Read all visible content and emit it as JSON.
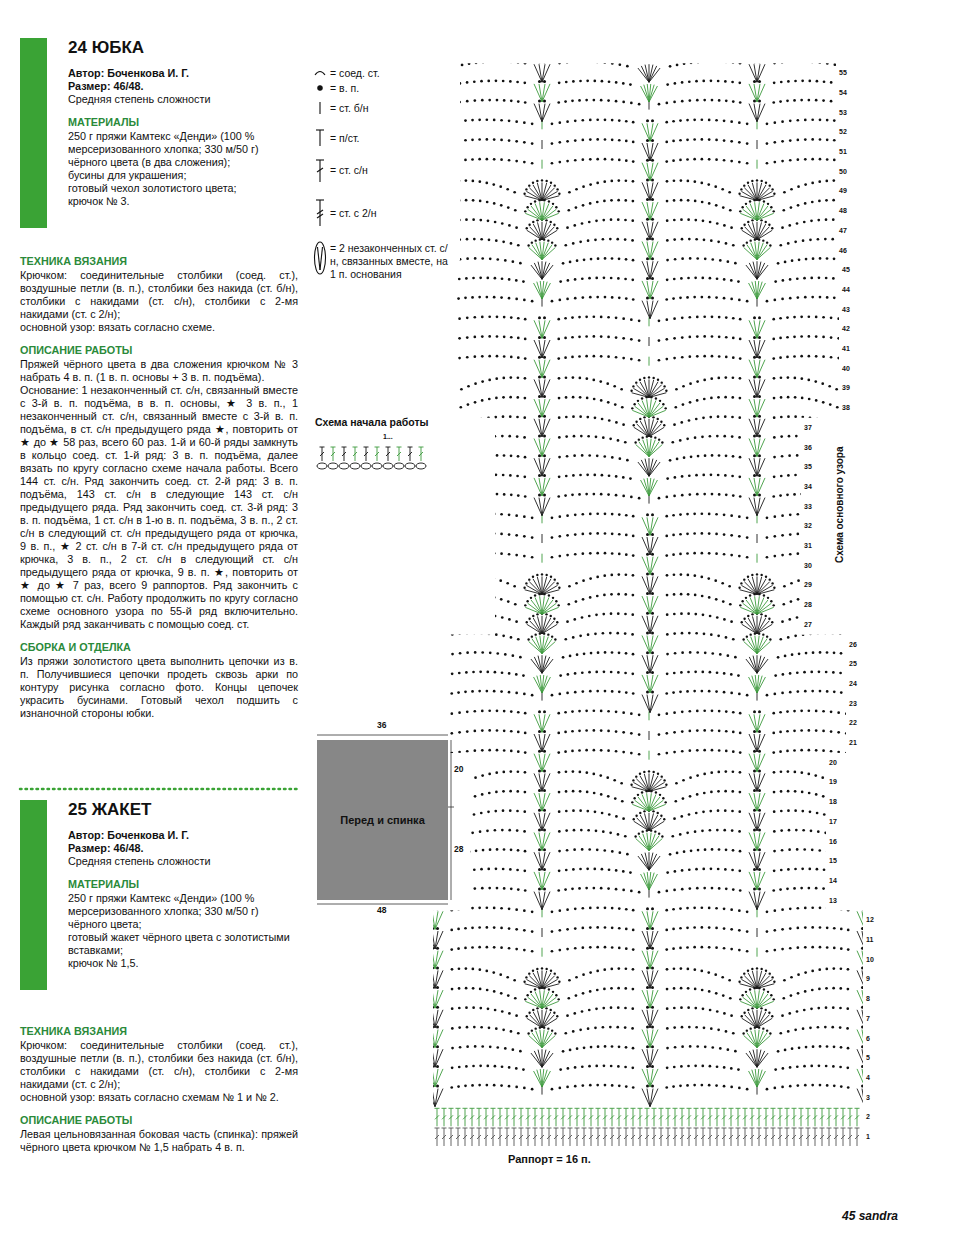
{
  "diagram": {
    "nodes": [
      {
        "text": [
          "Перед и спинка"
        ]
      }
    ],
    "labels": [
      "24 ЮБКА",
      "Автор: Боченкова И. Г.",
      "Размер: 46/48.",
      "Средняя степень сложности",
      "МАТЕРИАЛЫ",
      "250 г пряжи Камтекс «Денди» (100 % мерсеризованного хлопка; 330 м/50 г) чёрного цвета (в два сложения);",
      "бусины для украшения;",
      "готовый чехол золотистого цвета;",
      "крючок № 3.",
      "ТЕХНИКА ВЯЗАНИЯ",
      "Крючком: соединительные столбики (соед. ст.), воздушные петли (в. п.), столбики без накида (ст. б/н), столбики с накидами (ст. с/н), столбики с 2-мя накидами (ст. с 2/н);",
      "основной узор: вязать согласно схеме.",
      "ОПИСАНИЕ РАБОТЫ",
      "Пряжей чёрного цвета в два сложения крючком № 3 набрать 4 в. п. (1 в. п. основы + 3 в. п. подъёма).",
      "Основание: 1 незаконченный ст. с/н, связанный вместе с 3-й в. п. подъёма, в в. п. основы, ★ 3 в. п., 1 незаконченный ст. с/н, связанный вместе с 3-й в. п. подъёма, в ст. с/н предыдущего ряда ★, повторить от ★ до ★ 58 раз, всего 60 раз. 1-й и 60-й ряды замкнуть в кольцо соед. ст. 1-й ряд: 3 в. п. подъёма, далее вязать по кругу согласно схеме начала работы. Всего 144 ст. с/н. Ряд закончить соед. ст. 2-й ряд: 3 в. п. подъёма, 143 ст. с/н в следующие 143 ст. с/н предыдущего ряда. Ряд закончить соед. ст. 3-й ряд: 3 в. п. подъёма, 1 ст. с/н в 1-ю в. п. подъёма, 3 в. п., 2 ст. с/н в следующий ст. с/н предыдущего ряда от крючка, 9 в. п., ★ 2 ст. с/н в 7-й ст. с/н предыдущего ряда от крючка, 3 в. п., 2 ст. с/н в следующий ст. с/н предыдущего ряда от крючка, 9 в. п. ★, повторить от ★ до ★ 7 раз, всего 9 раппортов. Ряд закончить с помощью ст. с/н. Работу продолжить по кругу согласно схеме основного узора по 55-й ряд включительно. Каждый ряд заканчивать с помощью соед. ст.",
      "СБОРКА И ОТДЕЛКА",
      "Из пряжи золотистого цвета выполнить цепочки из в. п. Получившиеся цепочки продеть сквозь арки по контуру рисунка согласно фото. Концы цепочек украсить бусинами. Готовый чехол подшить с изнаночной стороны юбки.",
      "25 ЖАКЕТ",
      "Автор: Боченкова И. Г.",
      "Размер: 46/48.",
      "Средняя степень сложности",
      "МАТЕРИАЛЫ",
      "250 г пряжи Камтекс «Денди» (100 % мерсеризованного хлопка; 330 м/50 г) чёрного цвета;",
      "готовый жакет чёрного цвета с золотистыми вставками;",
      "крючок № 1,5.",
      "ТЕХНИКА ВЯЗАНИЯ",
      "Крючком: соединительные столбики (соед. ст.), воздушные петли (в. п.), столбики без накида (ст. б/н), столбики с накидами (ст. с/н), столбики с 2-мя накидами (ст. с 2/н);",
      "основной узор: вязать согласно схемам № 1 и № 2.",
      "ОПИСАНИЕ РАБОТЫ",
      "Левая цельновязанная боковая часть (спинка): пряжей чёрного цвета крючком № 1,5 набрать 4 в. п.",
      "Схема начала работы",
      "1...",
      "36",
      "20",
      "28",
      "48",
      "Схема основного узора",
      "Раппорт = 16 п.",
      "45 sandra",
      "1",
      "2",
      "3",
      "4",
      "5",
      "6",
      "7",
      "8",
      "9",
      "10",
      "11",
      "12",
      "13",
      "14",
      "15",
      "16",
      "17",
      "18",
      "19",
      "20",
      "21",
      "22",
      "23",
      "24",
      "25",
      "26",
      "27",
      "28",
      "29",
      "30",
      "31",
      "32",
      "33",
      "34",
      "35",
      "36",
      "37",
      "38",
      "39",
      "40",
      "41",
      "42",
      "43",
      "44",
      "45",
      "46",
      "47",
      "48",
      "49",
      "50",
      "51",
      "52",
      "53",
      "54",
      "55"
    ],
    "legend": [
      {
        "text": "= соед. ст."
      },
      {
        "text": "= в. п."
      },
      {
        "text": "= ст. б/н"
      },
      {
        "text": "= п/ст."
      },
      {
        "text": "= ст. с/н"
      },
      {
        "text": "= ст. с 2/н"
      },
      {
        "text": "= 2 незаконченных ст. с/н, связанных вместе, на 1 п. основания"
      }
    ]
  }
}
